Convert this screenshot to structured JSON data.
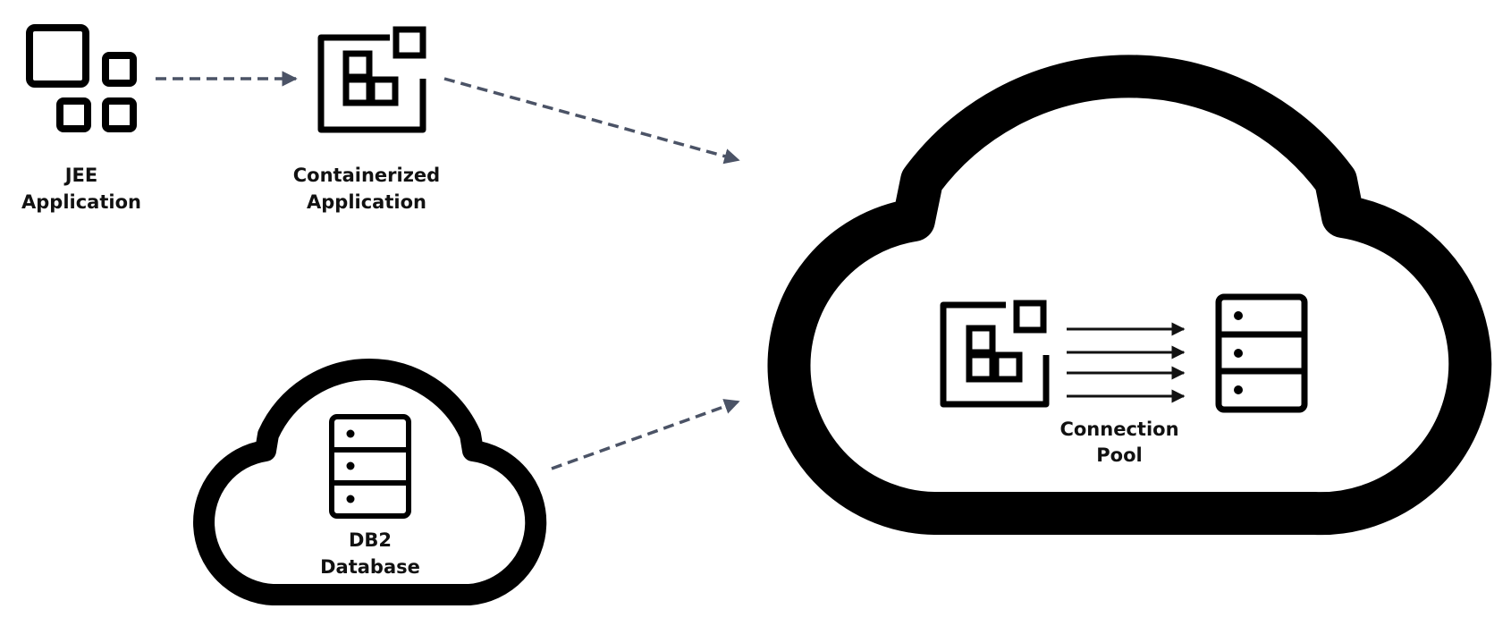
{
  "nodes": {
    "jee": {
      "line1": "JEE",
      "line2": "Application",
      "icon": "app-grid-icon"
    },
    "containerized": {
      "line1": "Containerized",
      "line2": "Application",
      "icon": "container-icon"
    },
    "db2": {
      "line1": "DB2",
      "line2": "Database",
      "icon": "server-rack-icon"
    },
    "cloud_app": {
      "icon": "container-icon"
    },
    "cloud_db": {
      "icon": "server-rack-icon"
    },
    "pool": {
      "line1": "Connection",
      "line2": "Pool"
    }
  },
  "colors": {
    "stroke": "#000000",
    "dashed_arrow": "#4b5366",
    "text": "#111111"
  }
}
